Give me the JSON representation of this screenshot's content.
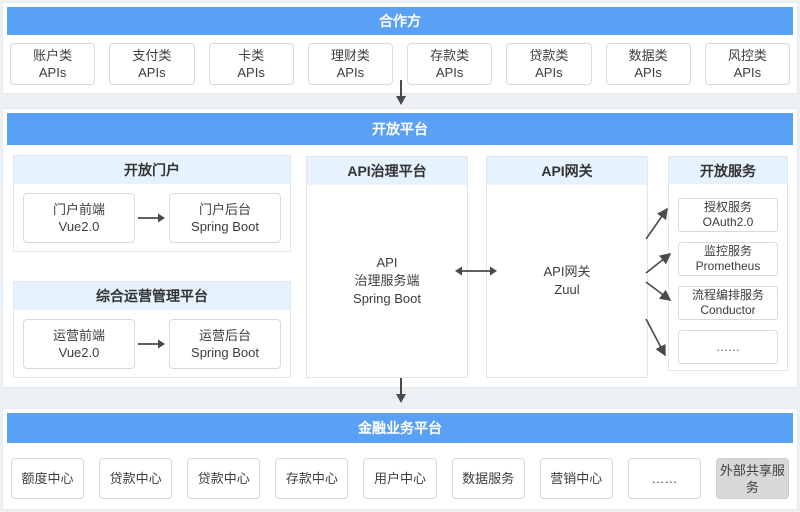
{
  "colors": {
    "primary_blue": "#5aa0f5",
    "light_blue_header": "#e6f2fd",
    "gray_box": "#d8d8d8",
    "arrow": "#4a4a4a"
  },
  "partners": {
    "title": "合作方",
    "apis": [
      {
        "line1": "账户类",
        "line2": "APIs"
      },
      {
        "line1": "支付类",
        "line2": "APIs"
      },
      {
        "line1": "卡类",
        "line2": "APIs"
      },
      {
        "line1": "理财类",
        "line2": "APIs"
      },
      {
        "line1": "存款类",
        "line2": "APIs"
      },
      {
        "line1": "贷款类",
        "line2": "APIs"
      },
      {
        "line1": "数据类",
        "line2": "APIs"
      },
      {
        "line1": "风控类",
        "line2": "APIs"
      }
    ]
  },
  "open_platform": {
    "title": "开放平台",
    "portal": {
      "title": "开放门户",
      "frontend": {
        "line1": "门户前端",
        "line2": "Vue2.0"
      },
      "backend": {
        "line1": "门户后台",
        "line2": "Spring Boot"
      }
    },
    "operations": {
      "title": "综合运营管理平台",
      "frontend": {
        "line1": "运营前端",
        "line2": "Vue2.0"
      },
      "backend": {
        "line1": "运营后台",
        "line2": "Spring Boot"
      }
    },
    "api_governance": {
      "title": "API治理平台",
      "body_line1": "API",
      "body_line2": "治理服务端",
      "body_line3": "Spring Boot"
    },
    "api_gateway": {
      "title": "API网关",
      "body_line1": "API网关",
      "body_line2": "Zuul"
    },
    "open_services": {
      "title": "开放服务",
      "services": [
        {
          "line1": "授权服务",
          "line2": "OAuth2.0"
        },
        {
          "line1": "监控服务",
          "line2": "Prometheus"
        },
        {
          "line1": "流程编排服务",
          "line2": "Conductor"
        },
        {
          "line1": "……",
          "line2": ""
        }
      ]
    }
  },
  "financial_platform": {
    "title": "金融业务平台",
    "centers": [
      "额度中心",
      "贷款中心",
      "贷款中心",
      "存款中心",
      "用户中心",
      "数据服务",
      "营销中心",
      "……",
      "外部共享服务"
    ]
  }
}
